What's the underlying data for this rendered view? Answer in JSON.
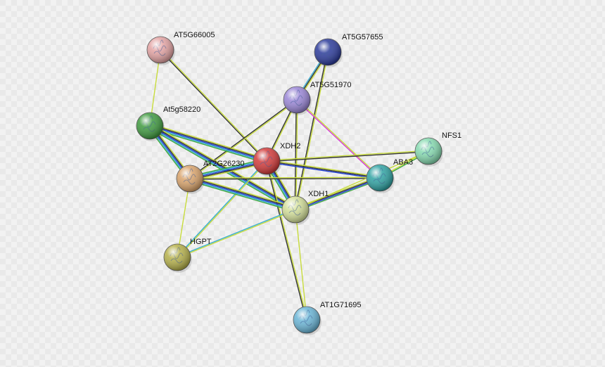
{
  "background": {
    "color": "#f2f2f2",
    "checker": "#e6e6e6"
  },
  "edge_colors": {
    "black": "#333333",
    "yellow": "#c8dc3c",
    "blue": "#1f3fd6",
    "cyan": "#3aaed0",
    "green": "#3fa83f",
    "magenta": "#d63ad6"
  },
  "nodes": [
    {
      "id": "AT5G66005",
      "label": "AT5G66005",
      "color": "#e3a3a3",
      "icon": "protein-structure-icon"
    },
    {
      "id": "AT5G57655",
      "label": "AT5G57655",
      "color": "#2b3a9a",
      "icon": "protein-structure-icon"
    },
    {
      "id": "AT5G51970",
      "label": "AT5G51970",
      "color": "#9a86d6",
      "icon": "protein-structure-icon"
    },
    {
      "id": "At5g58220",
      "label": "At5g58220",
      "color": "#3f9a3f",
      "icon": "protein-structure-icon"
    },
    {
      "id": "XDH2",
      "label": "XDH2",
      "color": "#d23a3a",
      "icon": "protein-structure-icon"
    },
    {
      "id": "NFS1",
      "label": "NFS1",
      "color": "#86dab0",
      "icon": "protein-structure-icon"
    },
    {
      "id": "AT2G26230",
      "label": "AT2G26230",
      "color": "#d9a36b",
      "icon": "protein-structure-icon"
    },
    {
      "id": "ABA3",
      "label": "ABA3",
      "color": "#2fa3a3",
      "icon": "protein-structure-icon"
    },
    {
      "id": "XDH1",
      "label": "XDH1",
      "color": "#d4e09a",
      "icon": "protein-structure-icon"
    },
    {
      "id": "HGPT",
      "label": "HGPT",
      "color": "#b5b04a",
      "icon": "protein-structure-icon"
    },
    {
      "id": "AT1G71695",
      "label": "AT1G71695",
      "color": "#6ab5d6",
      "icon": "protein-structure-icon"
    }
  ],
  "edges": [
    {
      "from": "AT5G66005",
      "to": "At5g58220",
      "types": [
        "yellow"
      ]
    },
    {
      "from": "AT5G66005",
      "to": "XDH2",
      "types": [
        "yellow",
        "black"
      ]
    },
    {
      "from": "AT5G57655",
      "to": "AT5G51970",
      "types": [
        "yellow",
        "black",
        "cyan"
      ]
    },
    {
      "from": "AT5G57655",
      "to": "XDH1",
      "types": [
        "yellow",
        "black"
      ]
    },
    {
      "from": "AT5G51970",
      "to": "XDH2",
      "types": [
        "yellow",
        "black"
      ]
    },
    {
      "from": "AT5G51970",
      "to": "AT2G26230",
      "types": [
        "yellow",
        "black"
      ]
    },
    {
      "from": "AT5G51970",
      "to": "XDH1",
      "types": [
        "yellow",
        "black"
      ]
    },
    {
      "from": "AT5G51970",
      "to": "ABA3",
      "types": [
        "yellow",
        "magenta"
      ]
    },
    {
      "from": "At5g58220",
      "to": "XDH2",
      "types": [
        "yellow",
        "black",
        "blue",
        "cyan",
        "green"
      ]
    },
    {
      "from": "At5g58220",
      "to": "AT2G26230",
      "types": [
        "yellow",
        "black",
        "blue",
        "cyan",
        "green"
      ]
    },
    {
      "from": "At5g58220",
      "to": "XDH1",
      "types": [
        "yellow",
        "black",
        "blue",
        "cyan",
        "green"
      ]
    },
    {
      "from": "XDH2",
      "to": "NFS1",
      "types": [
        "yellow",
        "black"
      ]
    },
    {
      "from": "XDH2",
      "to": "ABA3",
      "types": [
        "yellow",
        "black",
        "blue"
      ]
    },
    {
      "from": "XDH2",
      "to": "AT2G26230",
      "types": [
        "yellow",
        "black",
        "blue",
        "cyan",
        "green"
      ]
    },
    {
      "from": "XDH2",
      "to": "XDH1",
      "types": [
        "yellow",
        "black",
        "blue",
        "cyan",
        "green"
      ]
    },
    {
      "from": "XDH2",
      "to": "HGPT",
      "types": [
        "yellow",
        "cyan"
      ]
    },
    {
      "from": "XDH2",
      "to": "AT1G71695",
      "types": [
        "yellow",
        "black"
      ]
    },
    {
      "from": "AT2G26230",
      "to": "XDH1",
      "types": [
        "yellow",
        "black",
        "blue",
        "cyan",
        "green"
      ]
    },
    {
      "from": "AT2G26230",
      "to": "ABA3",
      "types": [
        "yellow",
        "black"
      ]
    },
    {
      "from": "AT2G26230",
      "to": "HGPT",
      "types": [
        "yellow"
      ]
    },
    {
      "from": "XDH1",
      "to": "ABA3",
      "types": [
        "yellow",
        "black",
        "blue",
        "green"
      ]
    },
    {
      "from": "XDH1",
      "to": "NFS1",
      "types": [
        "yellow"
      ]
    },
    {
      "from": "XDH1",
      "to": "HGPT",
      "types": [
        "yellow",
        "cyan"
      ]
    },
    {
      "from": "XDH1",
      "to": "AT1G71695",
      "types": [
        "yellow"
      ]
    },
    {
      "from": "ABA3",
      "to": "NFS1",
      "types": [
        "yellow",
        "green"
      ]
    }
  ]
}
